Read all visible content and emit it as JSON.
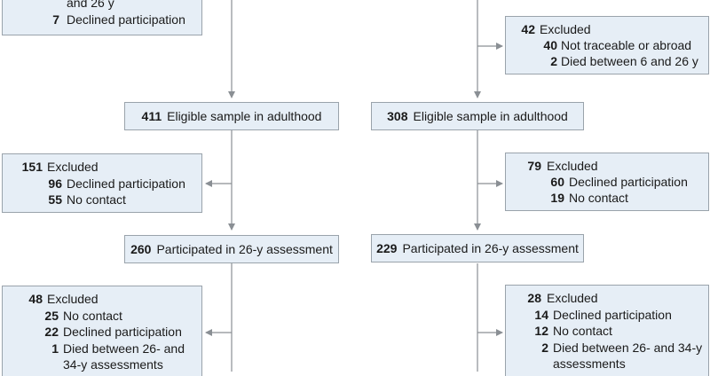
{
  "top_left": {
    "lines": [
      {
        "num": "",
        "label": "and 26 y"
      },
      {
        "num": "7",
        "label": "Declined participation"
      }
    ]
  },
  "right_excluded_1": {
    "header": {
      "num": "42",
      "label": "Excluded"
    },
    "items": [
      {
        "num": "40",
        "label": "Not traceable or abroad"
      },
      {
        "num": "2",
        "label": "Died between 6 and 26 y"
      }
    ]
  },
  "left_eligible": {
    "num": "411",
    "label": "Eligible sample in adulthood"
  },
  "right_eligible": {
    "num": "308",
    "label": "Eligible sample in adulthood"
  },
  "left_excluded_2": {
    "header": {
      "num": "151",
      "label": "Excluded"
    },
    "items": [
      {
        "num": "96",
        "label": "Declined participation"
      },
      {
        "num": "55",
        "label": "No contact"
      }
    ]
  },
  "right_excluded_2": {
    "header": {
      "num": "79",
      "label": "Excluded"
    },
    "items": [
      {
        "num": "60",
        "label": "Declined participation"
      },
      {
        "num": "19",
        "label": "No contact"
      }
    ]
  },
  "left_participated": {
    "num": "260",
    "label": "Participated in 26-y assessment"
  },
  "right_participated": {
    "num": "229",
    "label": "Participated in 26-y assessment"
  },
  "left_excluded_3": {
    "header": {
      "num": "48",
      "label": "Excluded"
    },
    "items": [
      {
        "num": "25",
        "label": "No contact"
      },
      {
        "num": "22",
        "label": "Declined participation"
      },
      {
        "num": "1",
        "label": "Died between 26- and"
      },
      {
        "num": "",
        "label": "34-y assessments"
      }
    ]
  },
  "right_excluded_3": {
    "header": {
      "num": "28",
      "label": "Excluded"
    },
    "items": [
      {
        "num": "14",
        "label": "Declined participation"
      },
      {
        "num": "12",
        "label": "No contact"
      },
      {
        "num": "2",
        "label": "Died between 26- and 34-y"
      },
      {
        "num": "",
        "label": "assessments"
      }
    ]
  }
}
